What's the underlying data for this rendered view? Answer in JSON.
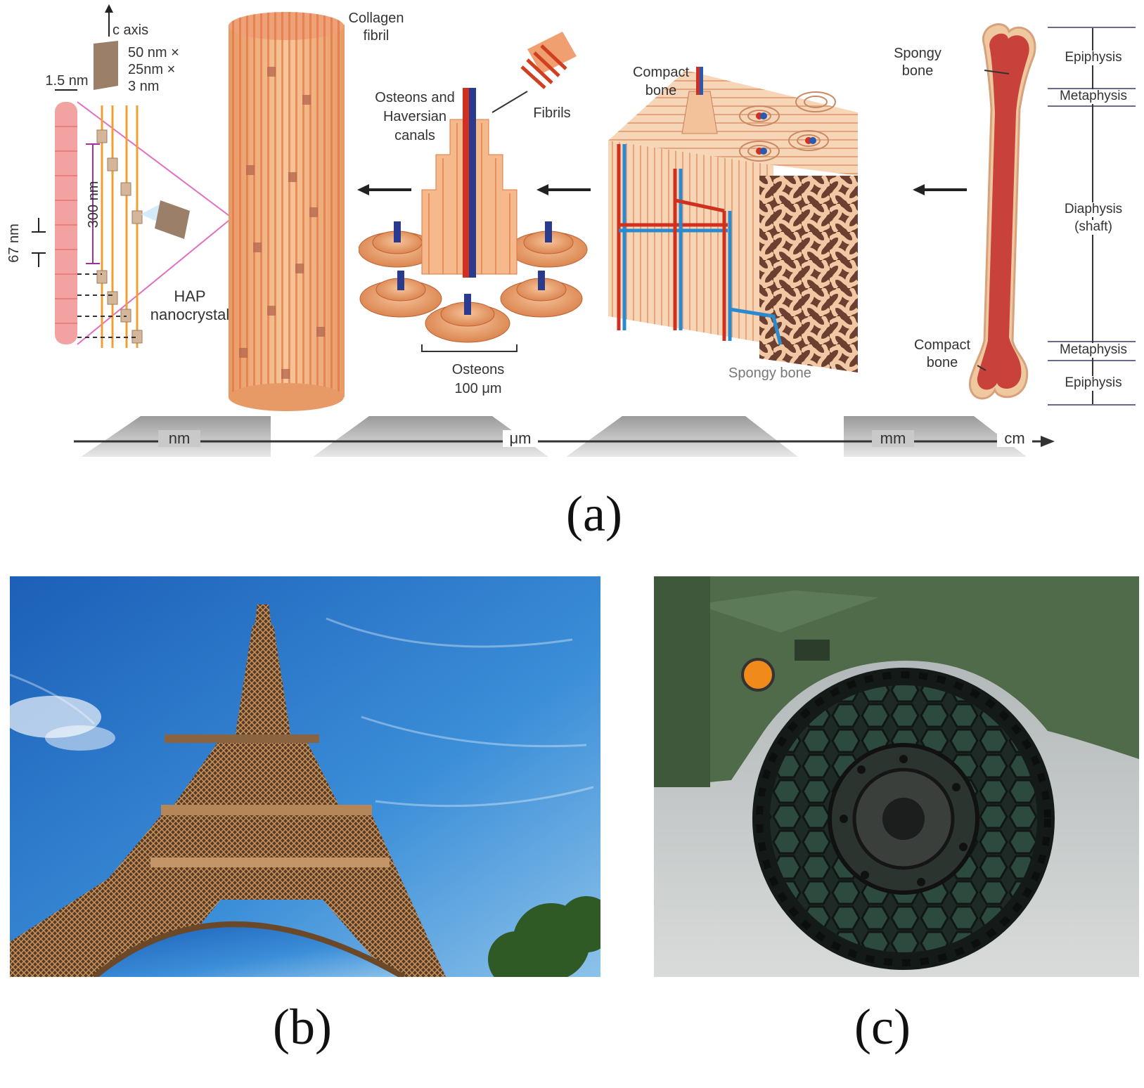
{
  "panel_a": {
    "caption": "(a)",
    "nano": {
      "c_axis": "c axis",
      "crystal_size": [
        "50 nm ×",
        "25nm ×",
        "3 nm"
      ],
      "fibril_width": "1.5 nm",
      "period": "67 nm",
      "spacing": "300 nm",
      "hap": [
        "HAP",
        "nanocrystal"
      ],
      "collagen": [
        "Collagen",
        "fibril"
      ]
    },
    "micro": {
      "osteons_canals": [
        "Osteons and",
        "Haversian",
        "canals"
      ],
      "fibrils": "Fibrils",
      "osteons_size": [
        "Osteons",
        "100 μm"
      ]
    },
    "tissue": {
      "compact_bone": [
        "Compact",
        "bone"
      ],
      "spongy_bone": "Spongy bone"
    },
    "bone": {
      "spongy_bone": [
        "Spongy",
        "bone"
      ],
      "compact_bone": [
        "Compact",
        "bone"
      ],
      "regions": [
        "Epiphysis",
        "Metaphysis",
        "Diaphysis",
        "(shaft)",
        "Metaphysis",
        "Epiphysis"
      ]
    },
    "scale": [
      "nm",
      "μm",
      "mm",
      "cm"
    ]
  },
  "panel_b": {
    "caption": "(b)"
  },
  "panel_c": {
    "caption": "(c)"
  },
  "colors": {
    "bone_tan": "#e8a27a",
    "bone_red": "#c8413a",
    "vessel_blue": "#2a8ad0",
    "fibril_orange": "#f0a030",
    "sky_blue": "#2f7fd1",
    "vehicle_green": "#4f6b4a"
  },
  "icons": [
    "bone-icon",
    "osteon-icon",
    "tire-icon",
    "tower-icon"
  ]
}
